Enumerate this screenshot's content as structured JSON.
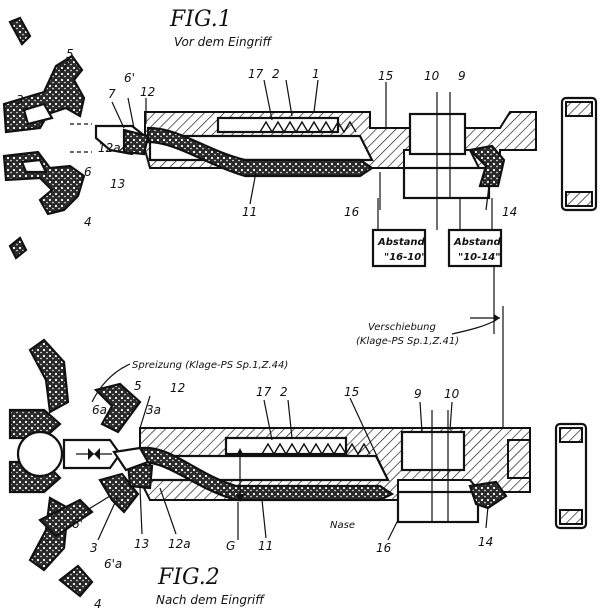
{
  "fig1": {
    "title": "FIG.1",
    "subtitle": "Vor dem Eingriff",
    "labels": {
      "n5": "5",
      "n3": "3",
      "n6p": "6'",
      "n7": "7",
      "n12": "12",
      "n12a": "12a",
      "n6": "6",
      "n13": "13",
      "n4": "4",
      "n17": "17",
      "n2": "2",
      "n1": "1",
      "n15": "15",
      "n10": "10",
      "n9": "9",
      "n11": "11",
      "n16": "16",
      "n14": "14"
    },
    "box1": {
      "line1": "Abstand",
      "line2": "\"16-10\""
    },
    "box2": {
      "line1": "Abstand",
      "line2": "\"10-14\""
    }
  },
  "shift": {
    "line1": "Verschiebung",
    "line2": "(Klage-PS Sp.1,Z.41)"
  },
  "spread": "Spreizung (Klage-PS Sp.1,Z.44)",
  "fig2": {
    "title": "FIG.2",
    "subtitle": "Nach dem Eingriff",
    "labels": {
      "n5": "5",
      "n12": "12",
      "n6a": "6a",
      "n3a": "3a",
      "n17": "17",
      "n2": "2",
      "n15": "15",
      "n9": "9",
      "n10": "10",
      "n6p": "6'",
      "n3": "3",
      "n6pa": "6'a",
      "n13": "13",
      "n12a": "12a",
      "nG": "G",
      "n11": "11",
      "nase": "Nase",
      "n16": "16",
      "n14": "14",
      "n4": "4"
    }
  }
}
